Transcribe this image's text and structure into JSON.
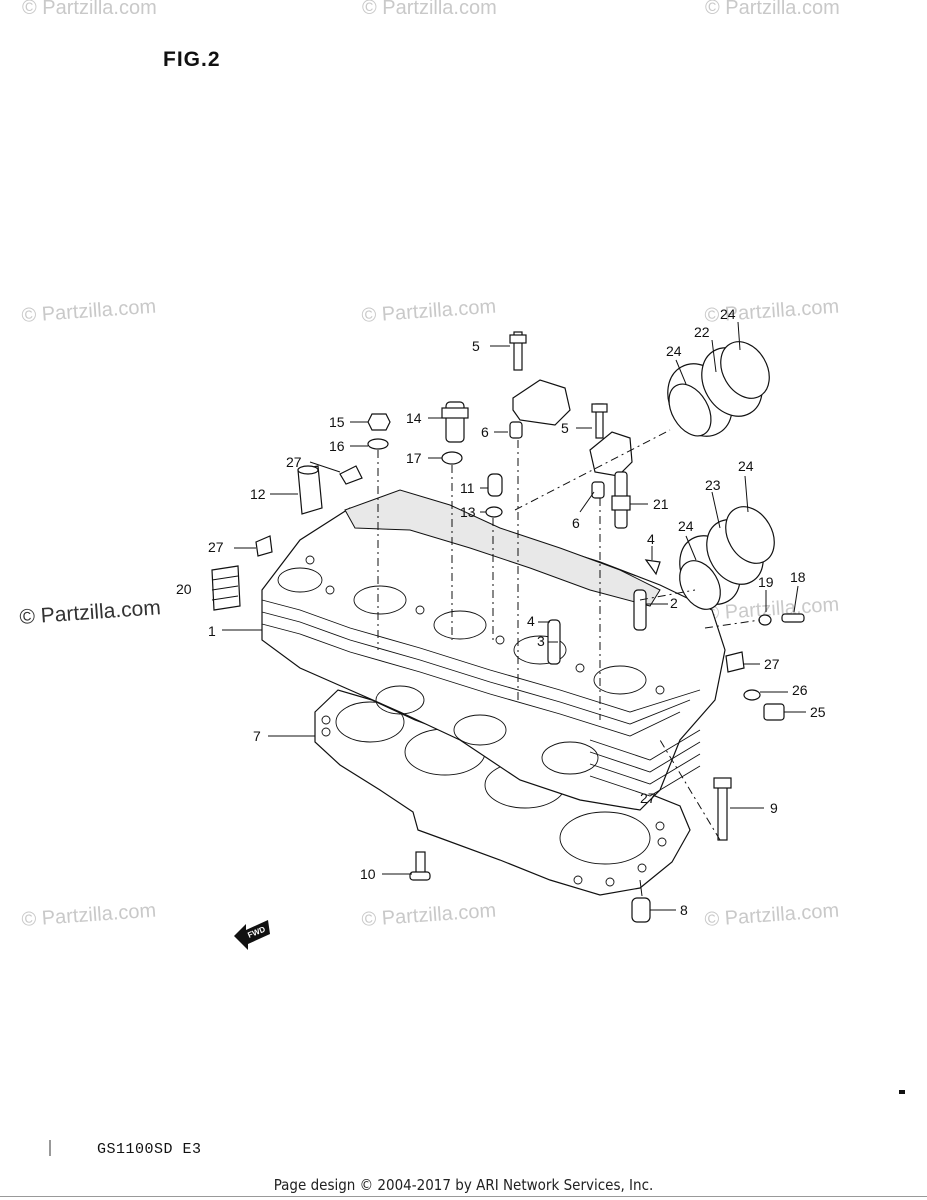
{
  "figure": {
    "title": "FIG.2"
  },
  "model_code": "GS1100SD E3",
  "footer": {
    "text": "Page design © 2004-2017 by ARI Network Services, Inc."
  },
  "watermarks": {
    "light": "© Partzilla.com",
    "dark": "© Partzilla.com"
  },
  "fwd_arrow": {
    "label": "FWD"
  },
  "callouts": [
    {
      "num": "1"
    },
    {
      "num": "2"
    },
    {
      "num": "3"
    },
    {
      "num": "4"
    },
    {
      "num": "4"
    },
    {
      "num": "5"
    },
    {
      "num": "5"
    },
    {
      "num": "6"
    },
    {
      "num": "6"
    },
    {
      "num": "7"
    },
    {
      "num": "8"
    },
    {
      "num": "9"
    },
    {
      "num": "10"
    },
    {
      "num": "11"
    },
    {
      "num": "12"
    },
    {
      "num": "13"
    },
    {
      "num": "14"
    },
    {
      "num": "15"
    },
    {
      "num": "16"
    },
    {
      "num": "17"
    },
    {
      "num": "18"
    },
    {
      "num": "19"
    },
    {
      "num": "20"
    },
    {
      "num": "21"
    },
    {
      "num": "22"
    },
    {
      "num": "23"
    },
    {
      "num": "24"
    },
    {
      "num": "24"
    },
    {
      "num": "24"
    },
    {
      "num": "24"
    },
    {
      "num": "25"
    },
    {
      "num": "26"
    },
    {
      "num": "27"
    },
    {
      "num": "27"
    },
    {
      "num": "27"
    },
    {
      "num": "27"
    }
  ]
}
